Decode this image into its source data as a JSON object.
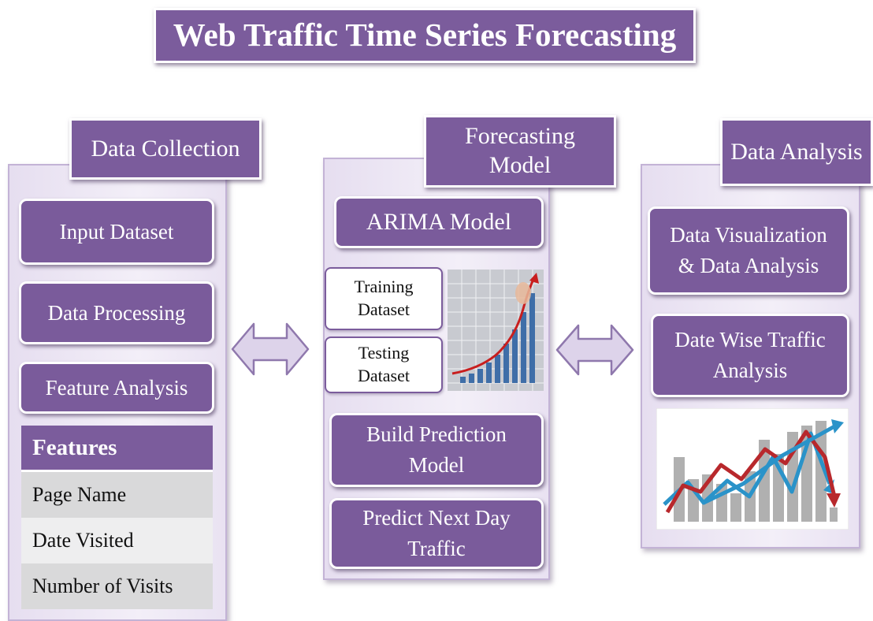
{
  "title": "Web Traffic Time Series Forecasting",
  "left": {
    "tag": "Data Collection",
    "steps": [
      "Input Dataset",
      "Data Processing",
      "Feature Analysis"
    ],
    "features_header": "Features",
    "features": [
      "Page Name",
      "Date Visited",
      "Number of Visits"
    ]
  },
  "middle": {
    "tag_line1": "Forecasting",
    "tag_line2": "Model",
    "model": "ARIMA Model",
    "training_line1": "Training",
    "training_line2": "Dataset",
    "testing_line1": "Testing",
    "testing_line2": "Dataset",
    "build_line1": "Build Prediction",
    "build_line2": "Model",
    "predict_line1": "Predict Next Day",
    "predict_line2": "Traffic"
  },
  "right": {
    "tag": "Data Analysis",
    "viz_line1": "Data Visualization",
    "viz_line2": "& Data Analysis",
    "date_line1": "Date Wise Traffic",
    "date_line2": "Analysis"
  },
  "colors": {
    "box_purple": "#7b5c9c",
    "panel_lavender": "#ece5f3",
    "arrow_fill": "#ddd3ea",
    "bar_blue": "#3f6ea8",
    "bar_gray": "#a9a9a9",
    "line_red": "#b8282c",
    "line_blue": "#2a93c9"
  }
}
